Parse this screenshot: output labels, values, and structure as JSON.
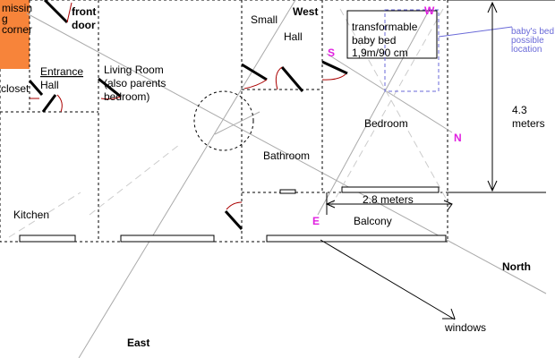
{
  "title": "Apartment floor plan",
  "corner": {
    "line1": "missin",
    "line2": "g",
    "line3": "corner",
    "color": "#f7843a"
  },
  "rooms": {
    "front_door_1": "front",
    "front_door_2": "door",
    "entrance_1": "Entrance",
    "entrance_2": "Hall",
    "closet": "closet",
    "living_1": "Living Room",
    "living_2": "(also parents",
    "living_3": "bedroom)",
    "small_hall_1": "Small",
    "small_hall_2": "Hall",
    "bathroom": "Bathroom",
    "bedroom": "Bedroom",
    "kitchen": "Kitchen",
    "balcony": "Balcony"
  },
  "bed": {
    "line1": "transformable",
    "line2": "baby bed",
    "line3": "1,9m/90 cm"
  },
  "bed_note": {
    "line1": "baby's bed",
    "line2": "possible",
    "line3": "location"
  },
  "dimensions": {
    "height_1": "4.3",
    "height_2": "meters",
    "width": "2.8 meters"
  },
  "compass_small": {
    "s": "S",
    "n": "N",
    "w": "W",
    "e": "E"
  },
  "compass": {
    "west": "West",
    "north": "North",
    "east": "East"
  },
  "windows_label": "windows"
}
